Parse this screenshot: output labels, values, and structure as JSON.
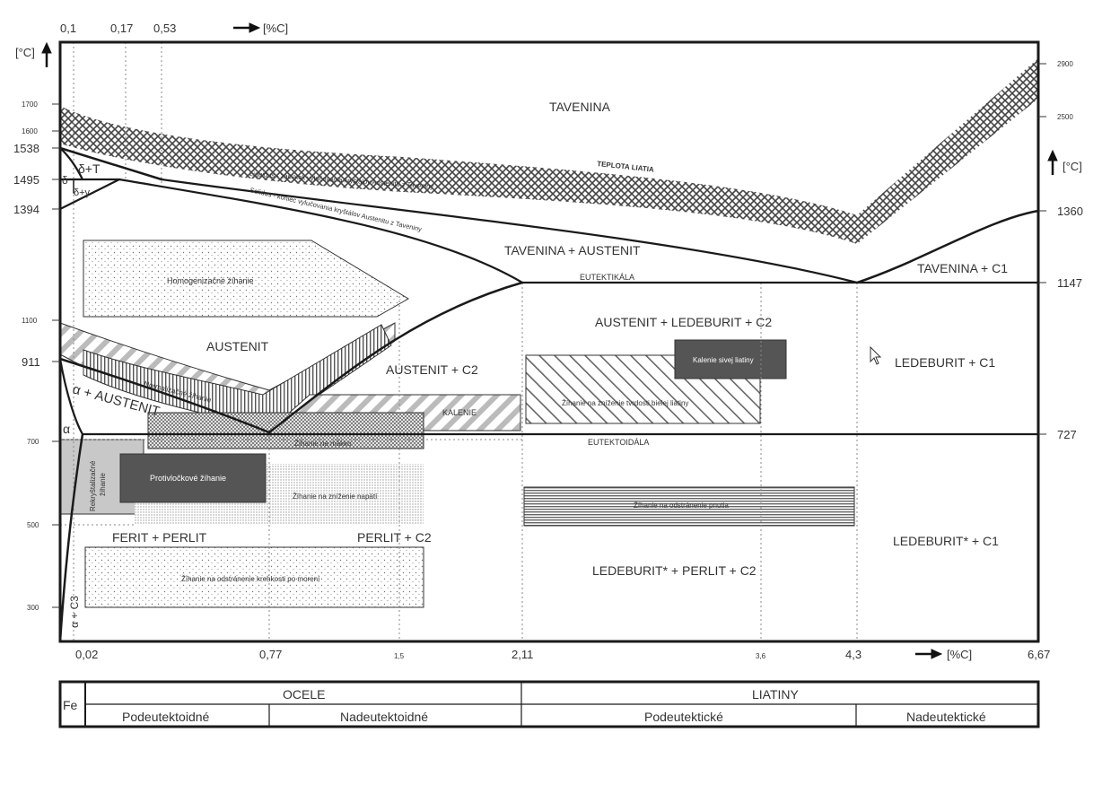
{
  "axes": {
    "top_ticks": [
      "0,1",
      "0,17",
      "0,53"
    ],
    "top_unit": "[%C]",
    "bottom_ticks": [
      "0,02",
      "0,77",
      "1,5",
      "2,11",
      "3,6",
      "4,3",
      "6,67"
    ],
    "bottom_unit": "[%C]",
    "left_unit": "[°C]",
    "right_unit": "[°C]",
    "left_temps_major": [
      "1538",
      "1495",
      "1394",
      "911"
    ],
    "left_temps_minor": [
      "1700",
      "1600",
      "1100",
      "700",
      "500",
      "300"
    ],
    "right_temps_major": [
      "1360",
      "1147",
      "727"
    ],
    "right_temps_minor": [
      "2900",
      "2500"
    ]
  },
  "regions": {
    "tavenina": "TAVENINA",
    "teplota_liatia": "TEPLOTA LIATIA",
    "delta_t": "δ+T",
    "delta": "δ",
    "delta_gamma": "δ+γ",
    "liquidus": "Liquidus - začiatok vylučovania kryštálov Austenitu z Taveniny",
    "solidus": "Solidus - koniec vylučovania kryštálov Austenitu z Taveniny",
    "tavenina_austenit": "TAVENINA + AUSTENIT",
    "tavenina_c1": "TAVENINA + C1",
    "eutektikala": "EUTEKTIKÁLA",
    "austenit": "AUSTENIT",
    "austenit_c2": "AUSTENIT + C2",
    "austenit_ledeburit_c2": "AUSTENIT + LEDEBURIT + C2",
    "ledeburit_c1": "LEDEBURIT + C1",
    "alpha_austenit": "α + AUSTENIT",
    "alpha": "α",
    "eutektoidala": "EUTEKTOIDÁLA",
    "ferit_perlit": "FERIT + PERLIT",
    "perlit_c2": "PERLIT + C2",
    "ledeburit_perlit_c2": "LEDEBURIT* + PERLIT + C2",
    "ledeburit_star_c1": "LEDEBURIT* + C1",
    "alpha_c3": "α + C3"
  },
  "treatments": {
    "homogenizacne": "Homogenizačné žíhanie",
    "normalizacne": "Normalizačné žíhanie",
    "kalenie": "KALENIE",
    "makko": "Žíhanie na mäkko",
    "rekryst_line1": "Rekryštalizačné",
    "rekryst_line2": "žíhanie",
    "protivlockove": "Protivločkové žíhanie",
    "napatia": "Žíhanie na zníženie napätí",
    "kalenie_sivej": "Kalenie sivej liatiny",
    "tvrdosti": "Žíhanie na zníženie tvrdosti bielej liatiny",
    "pnutia": "Žíhanie na odstránenie pnutia",
    "krehkosti": "Žíhanie na odstránenie krehkosti po morení"
  },
  "legend_table": {
    "fe": "Fe",
    "ocele": "OCELE",
    "liatiny": "LIATINY",
    "podeutektoidne": "Podeutektoidné",
    "nadeutektoidne": "Nadeutektoidné",
    "podeutekticke": "Podeutektické",
    "nadeutekticke": "Nadeutektické"
  },
  "colors": {
    "line": "#1a1a1a",
    "dark_box": "#555555",
    "gray_box": "#c8c8c8",
    "text": "#333333"
  }
}
